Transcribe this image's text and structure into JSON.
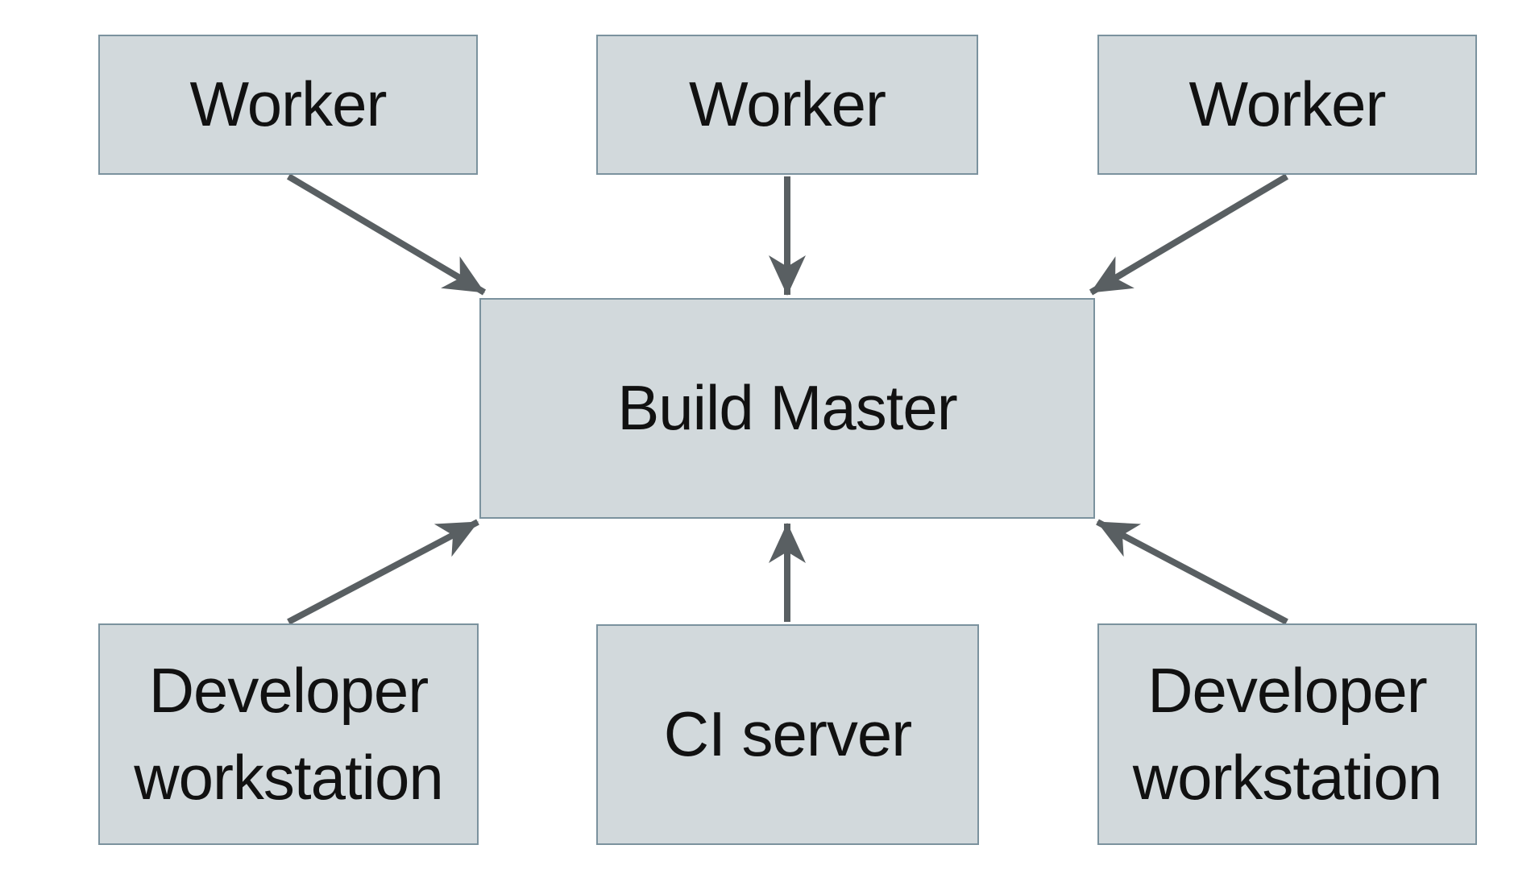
{
  "diagram": {
    "type": "architecture-diagram",
    "background": "#ffffff",
    "colors": {
      "node_fill": "#d2d9dc",
      "node_border": "#7b929e",
      "arrow": "#595f62",
      "text": "#111111"
    },
    "nodes": {
      "worker1": {
        "label": "Worker"
      },
      "worker2": {
        "label": "Worker"
      },
      "worker3": {
        "label": "Worker"
      },
      "build_master": {
        "label": "Build Master"
      },
      "dev1": {
        "label": "Developer workstation"
      },
      "ci": {
        "label": "CI server"
      },
      "dev2": {
        "label": "Developer workstation"
      }
    },
    "edges": [
      {
        "from": "worker1",
        "to": "build_master",
        "direction": "down-right"
      },
      {
        "from": "worker2",
        "to": "build_master",
        "direction": "down"
      },
      {
        "from": "worker3",
        "to": "build_master",
        "direction": "down-left"
      },
      {
        "from": "dev1",
        "to": "build_master",
        "direction": "up-right"
      },
      {
        "from": "ci",
        "to": "build_master",
        "direction": "up"
      },
      {
        "from": "dev2",
        "to": "build_master",
        "direction": "up-left"
      }
    ]
  }
}
